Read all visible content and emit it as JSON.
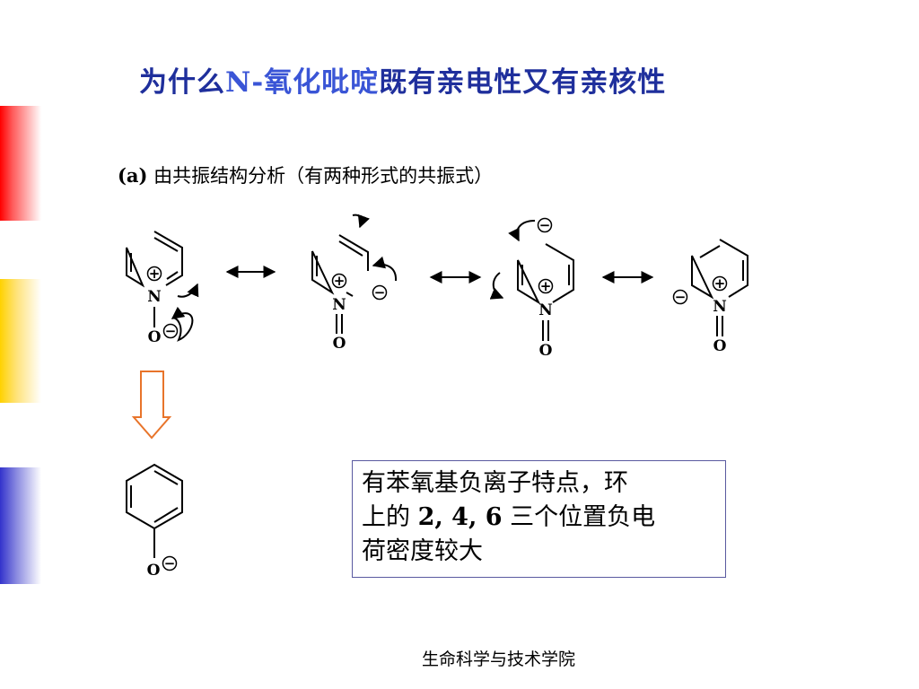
{
  "title": {
    "part1": "为什么",
    "highlight": "N-氧化吡啶",
    "part2": "既有亲电性又有亲核性"
  },
  "subtitle": {
    "tag": "(a)",
    "text": " 由共振结构分析（有两种形式的共振式）"
  },
  "diagram": {
    "atom_n": "N",
    "atom_o": "O",
    "charge_plus": "+",
    "charge_minus": "−"
  },
  "infobox": {
    "line1": "有苯氧基负离子特点，环",
    "line2_pre": "上的 ",
    "line2_nums": "2, 4, 6",
    "line2_post": " 三个位置负电",
    "line3": "荷密度较大"
  },
  "footer": {
    "text": "生命科学与技术学院"
  },
  "colors": {
    "title": "#1f2f9c",
    "title_highlight": "#3a55d6",
    "bar_red": "#ff0000",
    "bar_yellow": "#ffd200",
    "bar_blue": "#3333cc",
    "arrow_orange": "#e8742a"
  }
}
